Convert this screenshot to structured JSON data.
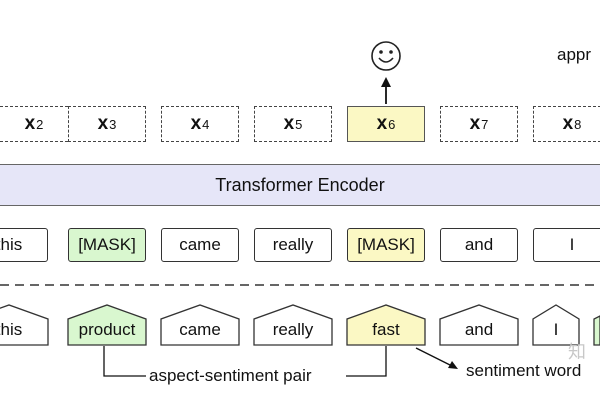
{
  "top_right_text": "appr",
  "output_tokens": [
    {
      "var": "x",
      "sub": "2",
      "highlight": false
    },
    {
      "var": "x",
      "sub": "3",
      "highlight": false
    },
    {
      "var": "x",
      "sub": "4",
      "highlight": false
    },
    {
      "var": "x",
      "sub": "5",
      "highlight": false
    },
    {
      "var": "x",
      "sub": "6",
      "highlight": true
    },
    {
      "var": "x",
      "sub": "7",
      "highlight": false
    },
    {
      "var": "x",
      "sub": "8",
      "highlight": false
    }
  ],
  "encoder_label": "Transformer Encoder",
  "masked_tokens": [
    "this",
    "[MASK]",
    "came",
    "really",
    "[MASK]",
    "and",
    "I"
  ],
  "masked_styles": [
    "plain",
    "green",
    "plain",
    "plain",
    "yellow",
    "plain",
    "plain"
  ],
  "original_tokens": [
    "this",
    "product",
    "came",
    "really",
    "fast",
    "and",
    "I"
  ],
  "original_styles": [
    "plain",
    "green",
    "plain",
    "plain",
    "yellow",
    "plain",
    "plain"
  ],
  "annotations": {
    "aspect_sentiment_pair": "aspect-sentiment pair",
    "sentiment_word": "sentiment word"
  },
  "watermark": "知"
}
